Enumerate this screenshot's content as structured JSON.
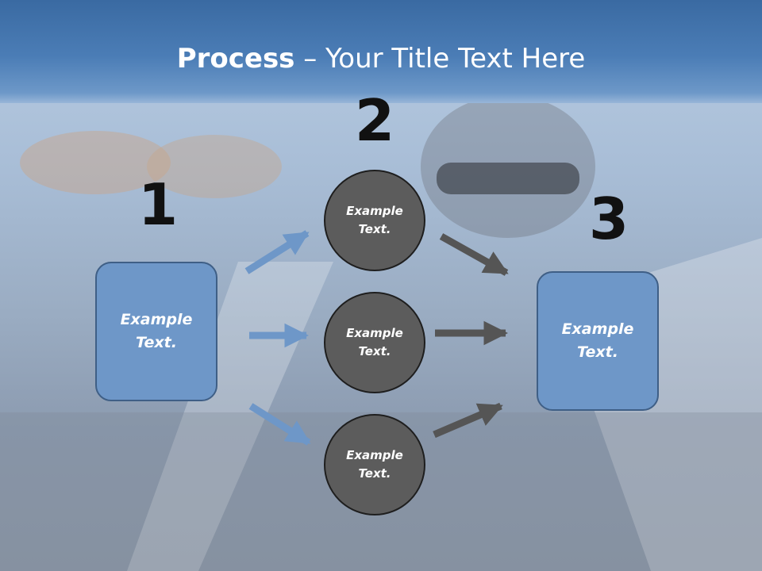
{
  "title": {
    "bold": "Process",
    "rest": " – Your Title Text Here"
  },
  "steps": {
    "one": "1",
    "two": "2",
    "three": "3"
  },
  "boxes": {
    "left": "Example Text.",
    "right": "Example Text."
  },
  "circles": {
    "top": "Example Text.",
    "middle": "Example Text.",
    "bottom": "Example Text."
  },
  "colors": {
    "box_fill": "#6e97c8",
    "circle_fill": "#5c5c5c",
    "blue_arrow": "#6e97c8",
    "gray_arrow": "#555555",
    "header": "#4b7db6"
  }
}
